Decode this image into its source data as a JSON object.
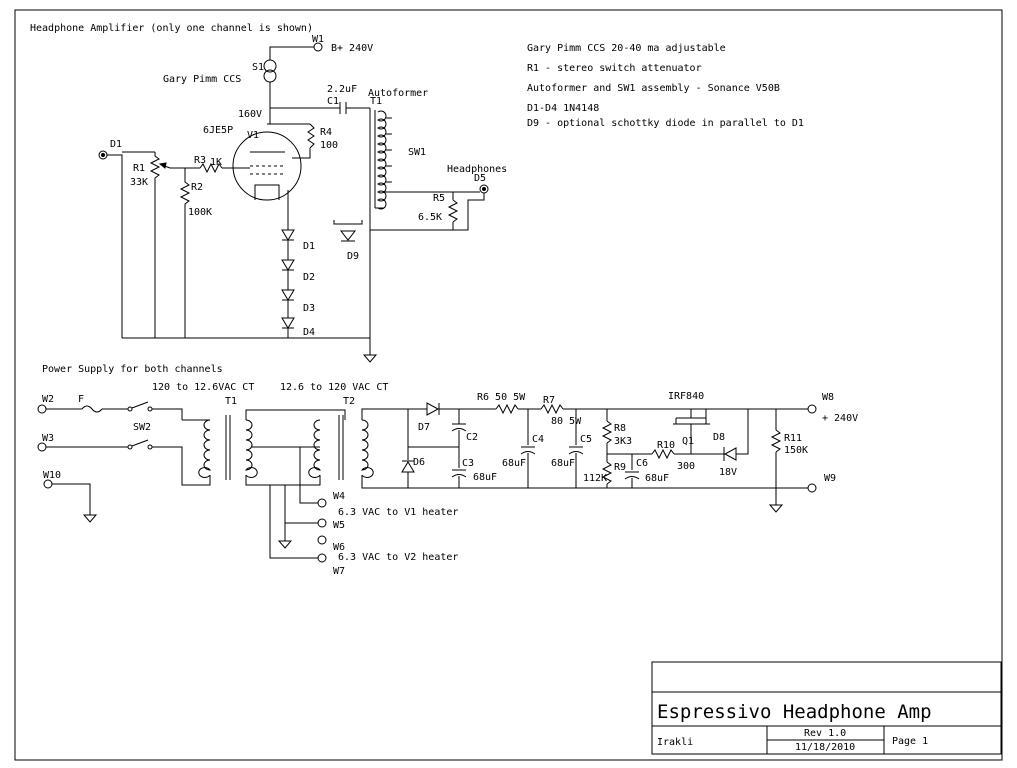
{
  "sheet": {
    "title_amp": "Headphone Amplifier (only one channel is shown)",
    "title_ps": "Power Supply for both channels"
  },
  "notes": [
    "Gary Pimm CCS  20-40 ma  adjustable",
    "R1 - stereo switch attenuator",
    "Autoformer and SW1 assembly - Sonance V50B",
    "D1-D4 1N4148",
    "D9 - optional schottky diode in parallel to D1"
  ],
  "amp": {
    "w1": "W1",
    "bplus": "B+  240V",
    "s1": "S1",
    "ccs": "Gary Pimm CCS",
    "cap_val": "2.2uF",
    "c1": "C1",
    "t1": "T1",
    "autoformer": "Autoformer",
    "v160": "160V",
    "tube_type": "6JE5P",
    "v1": "V1",
    "r4": "R4",
    "r4_val": "100",
    "d1_jack": "D1",
    "r1": "R1",
    "r1_val": "33K",
    "r3": "R3",
    "r3_val": "1K",
    "r2": "R2",
    "r2_val": "100K",
    "sw1": "SW1",
    "headphones": "Headphones",
    "d5": "D5",
    "r5": "R5",
    "r5_val": "6.5K",
    "d1": "D1",
    "d2": "D2",
    "d3": "D3",
    "d4": "D4",
    "d9": "D9"
  },
  "ps": {
    "w2": "W2",
    "w3": "W3",
    "w10": "W10",
    "fuse": "F",
    "sw2": "SW2",
    "xf1_label": "120 to 12.6VAC CT",
    "xf2_label": "12.6 to 120 VAC CT",
    "t1": "T1",
    "t2": "T2",
    "d7": "D7",
    "d6": "D6",
    "c2": "C2",
    "c3": "C3",
    "c3_val": "68uF",
    "r6": "R6  50 5W",
    "r7": "R7",
    "r7_val": "80 5W",
    "c4": "C4",
    "c4_val": "68uF",
    "c5": "C5",
    "c5_val": "68uF",
    "r8": "R8",
    "r8_val": "3K3",
    "r9": "R9",
    "r9_val": "112K",
    "c6": "C6",
    "c6_val": "68uF",
    "mosfet": "IRF840",
    "q1": "Q1",
    "r10": "R10",
    "r10_val": "300",
    "d8": "D8",
    "d8_val": "18V",
    "r11": "R11",
    "r11_val": "150K",
    "w8": "W8",
    "w8_val": "+ 240V",
    "w9": "W9",
    "w4": "W4",
    "w5": "W5",
    "w6": "W6",
    "w7": "W7",
    "heater1": "6.3 VAC to V1 heater",
    "heater2": "6.3 VAC to V2 heater"
  },
  "titleblock": {
    "title": "Espressivo Headphone Amp",
    "author": "Irakli",
    "rev": "Rev 1.0",
    "date": "11/18/2010",
    "page": "Page 1"
  }
}
